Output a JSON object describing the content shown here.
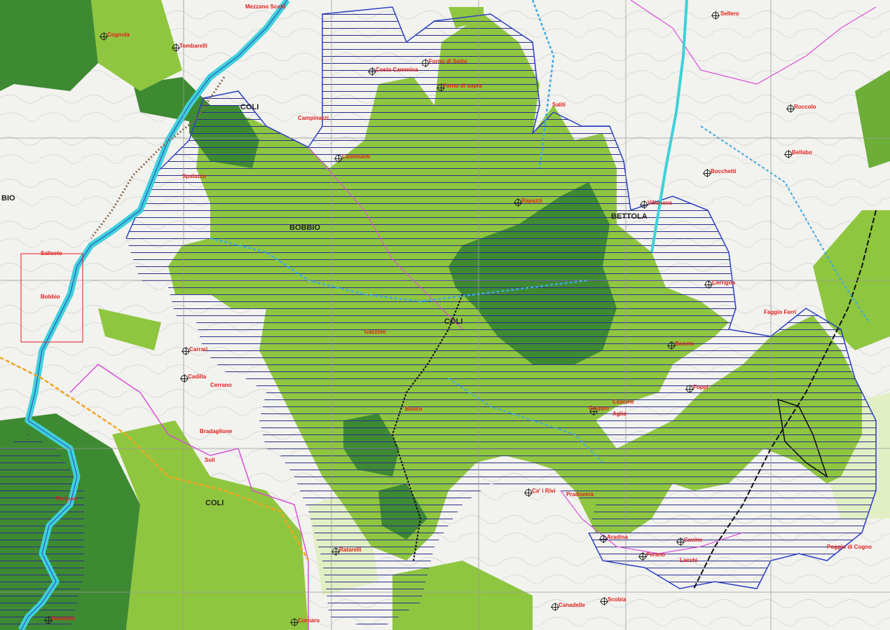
{
  "map": {
    "regions": [
      {
        "id": "bobbio",
        "label": "BOBBIO"
      },
      {
        "id": "bettola",
        "label": "BETTOLA"
      },
      {
        "id": "coli-north",
        "label": "COLI"
      },
      {
        "id": "coli-center",
        "label": "COLI"
      },
      {
        "id": "coli-south",
        "label": "COLI"
      },
      {
        "id": "bio-edge",
        "label": "BIO"
      }
    ],
    "places": [
      {
        "id": "costa-cammina",
        "label": "Costa Cammina"
      },
      {
        "id": "forno-di-sotto",
        "label": "Forno di Sotto"
      },
      {
        "id": "forno-di-sopra",
        "label": "Forno di sopra"
      },
      {
        "id": "mezzano-scotti",
        "label": "Mezzano Scotti"
      },
      {
        "id": "cognola",
        "label": "Cognola"
      },
      {
        "id": "tombarelli",
        "label": "Tombarelli"
      },
      {
        "id": "spalazzo",
        "label": "Spalazzo"
      },
      {
        "id": "sellero",
        "label": "Sellero"
      },
      {
        "id": "castellanti",
        "label": "Castellanti"
      },
      {
        "id": "campinazzi",
        "label": "Campinazzi"
      },
      {
        "id": "saliti",
        "label": "Saliti"
      },
      {
        "id": "villanova",
        "label": "Villanova"
      },
      {
        "id": "bocchetti",
        "label": "Bocchetti"
      },
      {
        "id": "rapazzi",
        "label": "Rapazzi"
      },
      {
        "id": "cerrigna",
        "label": "Cerrigna"
      },
      {
        "id": "roccolo",
        "label": "Roccolo"
      },
      {
        "id": "bellabo",
        "label": "Bellabo"
      },
      {
        "id": "boceto",
        "label": "Boceto"
      },
      {
        "id": "foppi",
        "label": "Foppi"
      },
      {
        "id": "cascine",
        "label": "Cascine"
      },
      {
        "id": "aglio",
        "label": "Aglio"
      },
      {
        "id": "gruppo",
        "label": "Gruppo"
      },
      {
        "id": "carrari",
        "label": "Carrari"
      },
      {
        "id": "cadilla",
        "label": "Cadilla"
      },
      {
        "id": "cerrano",
        "label": "Cerrano"
      },
      {
        "id": "bradaglione",
        "label": "Bradaglione"
      },
      {
        "id": "soli",
        "label": "Soli"
      },
      {
        "id": "pertuso",
        "label": "Pertuso"
      },
      {
        "id": "rivi",
        "label": "Ca' i Rivi"
      },
      {
        "id": "pradovera",
        "label": "Pradovera"
      },
      {
        "id": "aradina",
        "label": "Aradina"
      },
      {
        "id": "cavine",
        "label": "Cavine"
      },
      {
        "id": "perano",
        "label": "Perano"
      },
      {
        "id": "lacchi",
        "label": "Lacchi"
      },
      {
        "id": "poggio-di-cogno",
        "label": "Poggio di Cogno"
      },
      {
        "id": "ratarelli",
        "label": "Ratarelli"
      },
      {
        "id": "canadelle",
        "label": "Canadelle"
      },
      {
        "id": "scobia",
        "label": "Scobia"
      },
      {
        "id": "cornaro",
        "label": "Cornaro"
      },
      {
        "id": "bandella",
        "label": "Bandella"
      },
      {
        "id": "saliceto",
        "label": "Saliceto"
      },
      {
        "id": "ponte-bobbio",
        "label": "Bobbio"
      },
      {
        "id": "faggio-ferri",
        "label": "Faggio Ferri"
      },
      {
        "id": "bosco",
        "label": "Bosco"
      },
      {
        "id": "gazzolo",
        "label": "Gazzolo"
      }
    ],
    "colors": {
      "light_green": "#8fc63f",
      "mid_green": "#6cae38",
      "dark_green": "#3e8a32",
      "pale_green": "#e2efc4",
      "hatch": "#2a2f8c",
      "river": "#3fd1d9",
      "place_text": "#e0201c",
      "boundary_pink": "#d94fd6",
      "boundary_blue": "#2a3fc4"
    }
  }
}
